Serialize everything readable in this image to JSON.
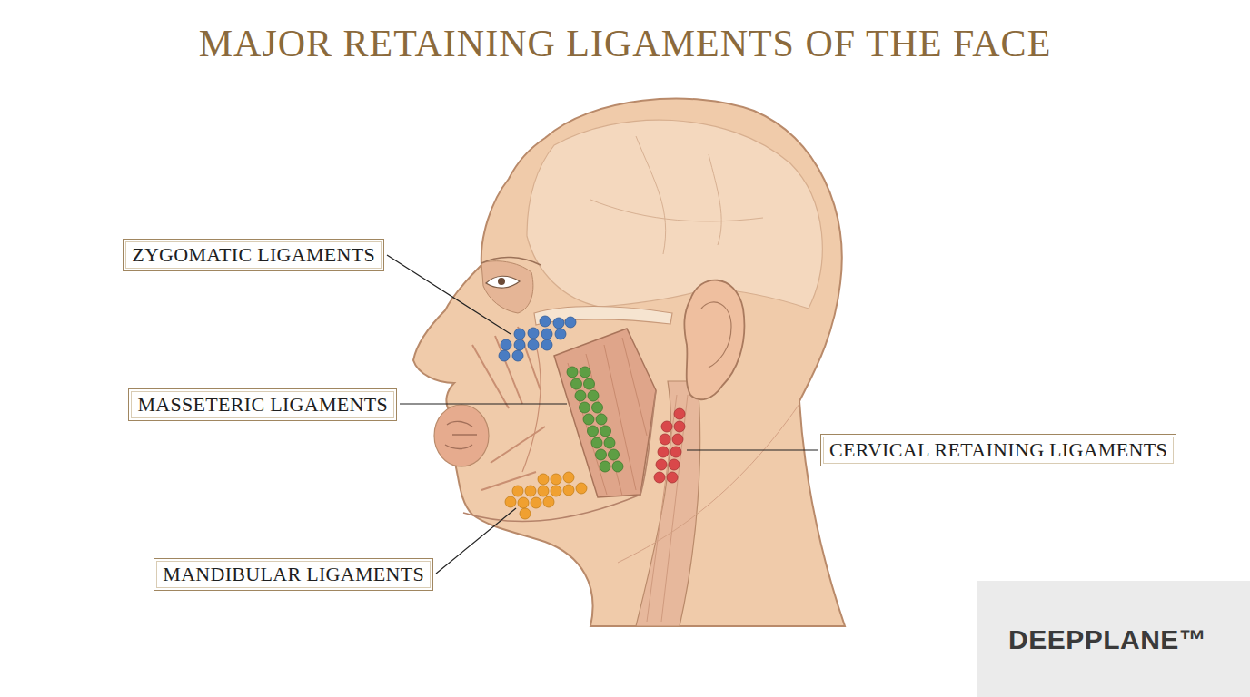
{
  "diagram": {
    "title": "MAJOR RETAINING LIGAMENTS OF THE FACE",
    "nodes": [
      {
        "text": [
          "ZYGOMATIC LIGAMENTS"
        ]
      },
      {
        "text": [
          "MASSETERIC LIGAMENTS"
        ]
      },
      {
        "text": [
          "CERVICAL RETAINING LIGAMENTS"
        ]
      },
      {
        "text": [
          "MANDIBULAR LIGAMENTS"
        ]
      }
    ],
    "edges": [],
    "labels": [
      "DEEPPLANE™"
    ]
  }
}
